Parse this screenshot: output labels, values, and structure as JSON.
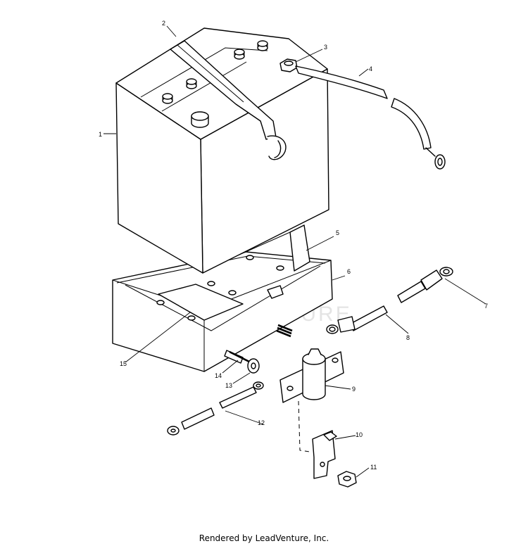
{
  "watermark": "LEADVENTURE",
  "callouts": {
    "p1": "1",
    "p2": "2",
    "p3": "3",
    "p4": "4",
    "p5": "5",
    "p6": "6",
    "p7": "7",
    "p8": "8",
    "p9": "9",
    "p10": "10",
    "p11": "11",
    "p12": "12",
    "p13": "13",
    "p14": "14",
    "p15": "15"
  },
  "footer": "Rendered by LeadVenture, Inc."
}
